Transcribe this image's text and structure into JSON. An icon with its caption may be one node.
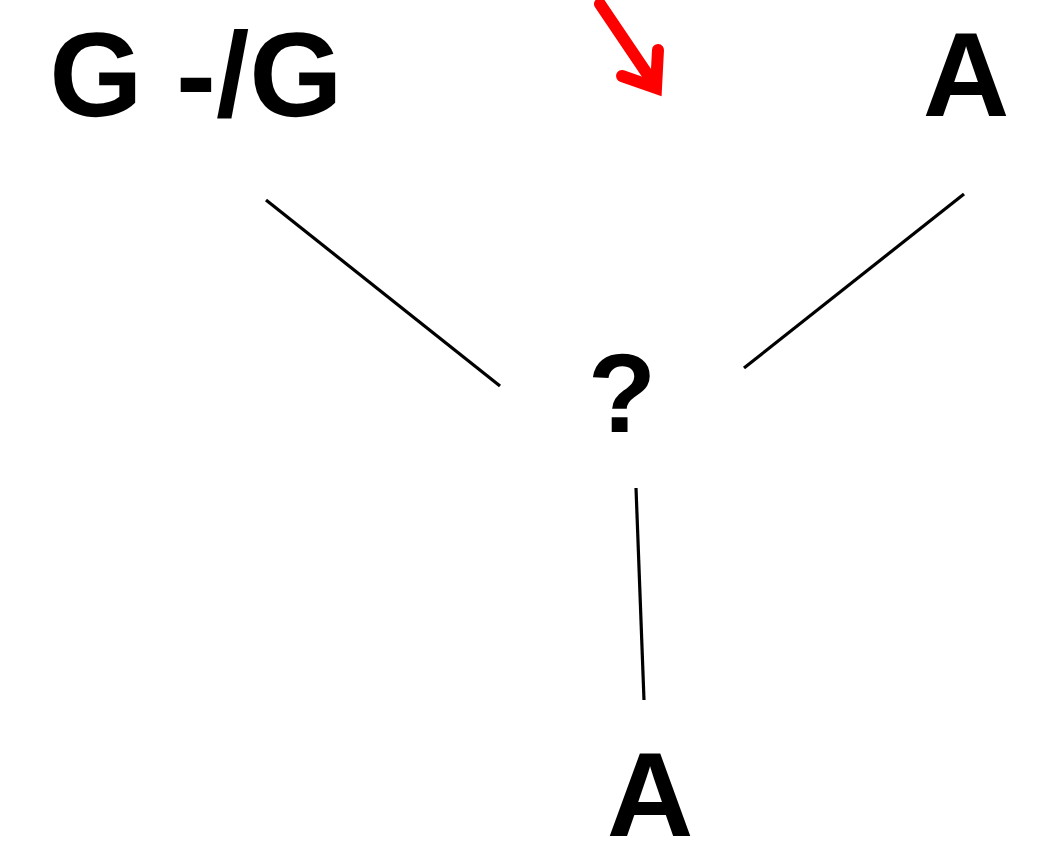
{
  "diagram": {
    "nodes": [
      {
        "text": [
          "G -/G"
        ]
      },
      {
        "text": [
          "A"
        ]
      },
      {
        "text": [
          "?"
        ]
      },
      {
        "text": [
          "A"
        ]
      }
    ],
    "edges": [
      {
        "from": 0,
        "to": 2,
        "arrow": "none"
      },
      {
        "from": 1,
        "to": 2,
        "arrow": "none"
      },
      {
        "from": 2,
        "to": 3,
        "arrow": "none"
      }
    ]
  }
}
